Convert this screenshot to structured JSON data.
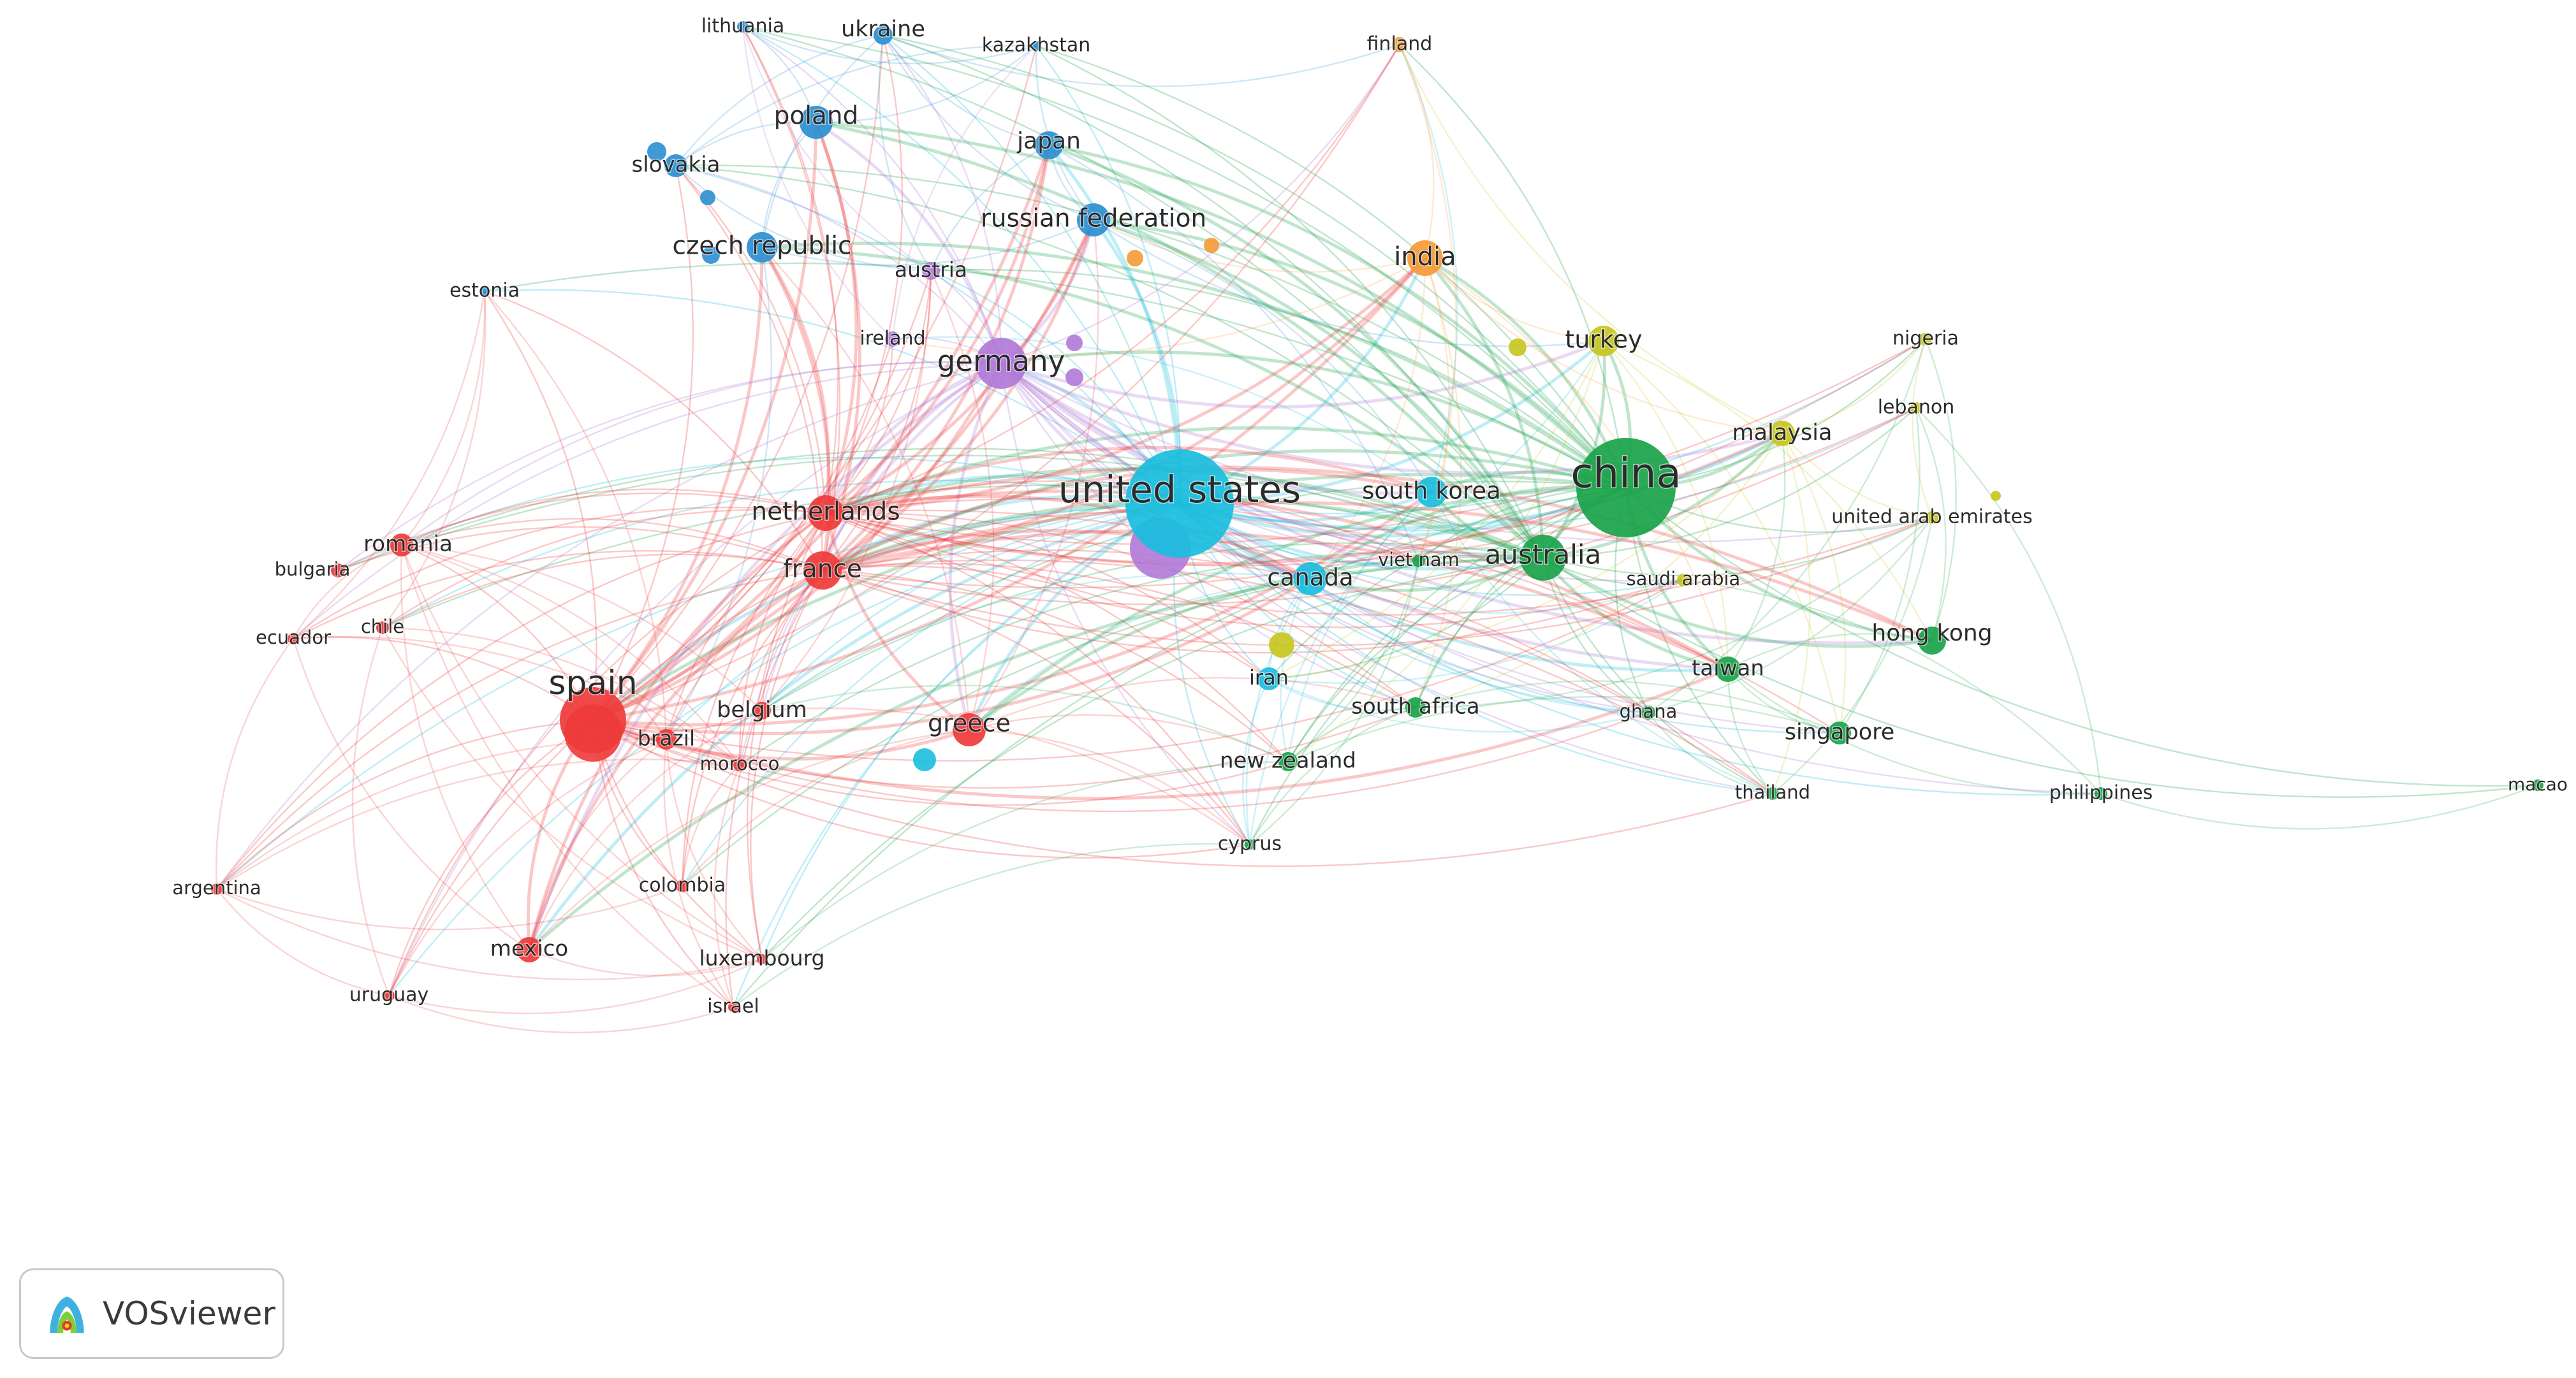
{
  "badge": {
    "text": "VOSviewer",
    "icon": "vosviewer-logo-icon"
  },
  "cluster_colors": {
    "red": "#ee3a3a",
    "green": "#1aa34a",
    "blue": "#2a8fd0",
    "yellow": "#c6c51c",
    "purple": "#b07ad8",
    "cyan": "#19bede",
    "orange": "#f59a35"
  },
  "nodes": [
    {
      "label": "united states",
      "cluster": "cyan"
    },
    {
      "label": "china",
      "cluster": "green"
    },
    {
      "label": "spain",
      "cluster": "red"
    },
    {
      "label": "germany",
      "cluster": "purple"
    },
    {
      "label": "south korea",
      "cluster": "cyan"
    },
    {
      "label": "canada",
      "cluster": "cyan"
    },
    {
      "label": "iran",
      "cluster": "cyan"
    },
    {
      "label": "australia",
      "cluster": "green"
    },
    {
      "label": "hong kong",
      "cluster": "green"
    },
    {
      "label": "taiwan",
      "cluster": "green"
    },
    {
      "label": "singapore",
      "cluster": "green"
    },
    {
      "label": "south africa",
      "cluster": "green"
    },
    {
      "label": "new zealand",
      "cluster": "green"
    },
    {
      "label": "ghana",
      "cluster": "green"
    },
    {
      "label": "thailand",
      "cluster": "green"
    },
    {
      "label": "philippines",
      "cluster": "green"
    },
    {
      "label": "macao",
      "cluster": "green"
    },
    {
      "label": "cyprus",
      "cluster": "green"
    },
    {
      "label": "viet nam",
      "cluster": "green"
    },
    {
      "label": "netherlands",
      "cluster": "red"
    },
    {
      "label": "france",
      "cluster": "red"
    },
    {
      "label": "greece",
      "cluster": "red"
    },
    {
      "label": "belgium",
      "cluster": "red"
    },
    {
      "label": "brazil",
      "cluster": "red"
    },
    {
      "label": "morocco",
      "cluster": "red"
    },
    {
      "label": "romania",
      "cluster": "red"
    },
    {
      "label": "bulgaria",
      "cluster": "red"
    },
    {
      "label": "chile",
      "cluster": "red"
    },
    {
      "label": "ecuador",
      "cluster": "red"
    },
    {
      "label": "argentina",
      "cluster": "red"
    },
    {
      "label": "colombia",
      "cluster": "red"
    },
    {
      "label": "mexico",
      "cluster": "red"
    },
    {
      "label": "uruguay",
      "cluster": "red"
    },
    {
      "label": "luxembourg",
      "cluster": "red"
    },
    {
      "label": "israel",
      "cluster": "red"
    },
    {
      "label": "poland",
      "cluster": "blue"
    },
    {
      "label": "ukraine",
      "cluster": "blue"
    },
    {
      "label": "lithuania",
      "cluster": "blue"
    },
    {
      "label": "kazakhstan",
      "cluster": "blue"
    },
    {
      "label": "japan",
      "cluster": "blue"
    },
    {
      "label": "slovakia",
      "cluster": "blue"
    },
    {
      "label": "czech republic",
      "cluster": "blue"
    },
    {
      "label": "russian federation",
      "cluster": "blue"
    },
    {
      "label": "estonia",
      "cluster": "blue"
    },
    {
      "label": "austria",
      "cluster": "purple"
    },
    {
      "label": "ireland",
      "cluster": "purple"
    },
    {
      "label": "india",
      "cluster": "orange"
    },
    {
      "label": "finland",
      "cluster": "orange"
    },
    {
      "label": "turkey",
      "cluster": "yellow"
    },
    {
      "label": "malaysia",
      "cluster": "yellow"
    },
    {
      "label": "nigeria",
      "cluster": "yellow"
    },
    {
      "label": "lebanon",
      "cluster": "yellow"
    },
    {
      "label": "united arab emirates",
      "cluster": "yellow"
    },
    {
      "label": "saudi arabia",
      "cluster": "yellow"
    }
  ]
}
